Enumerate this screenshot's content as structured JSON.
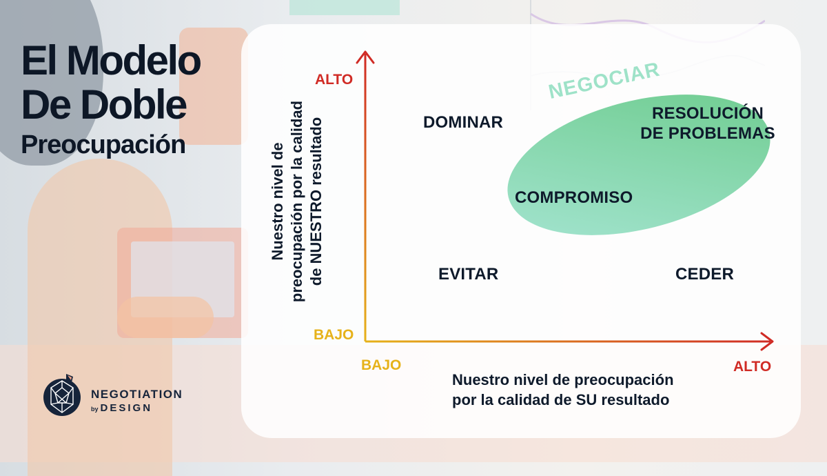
{
  "title": {
    "line1": "El Modelo",
    "line2": "De Doble",
    "line3": "Preocupación"
  },
  "logo": {
    "name_line1": "NEGOTIATION",
    "by": "by",
    "name_line2": "DESIGN",
    "icon": "geodesic-globe-icon"
  },
  "axes": {
    "y_high": "ALTO",
    "y_low": "BAJO",
    "x_low": "BAJO",
    "x_high": "ALTO",
    "y_title_lines": [
      "Nuestro nivel de",
      "preocupación por la calidad",
      "de NUESTRO resultado"
    ],
    "x_title_lines": [
      "Nuestro nivel de preocupación",
      "por la calidad de SU resultado"
    ]
  },
  "regions": {
    "dominar": "DOMINAR",
    "resolucion_lines": [
      "RESOLUCIÓN",
      "DE PROBLEMAS"
    ],
    "compromiso": "COMPROMISO",
    "evitar": "EVITAR",
    "ceder": "CEDER",
    "negociar": "NEGOCIAR"
  },
  "colors": {
    "heading": "#0d1726",
    "axis_high": "#d02b25",
    "axis_low": "#e6b21a",
    "ellipse_start": "#a6e5d3",
    "ellipse_end": "#6ccb8c",
    "negociar": "#9ee2c8"
  }
}
